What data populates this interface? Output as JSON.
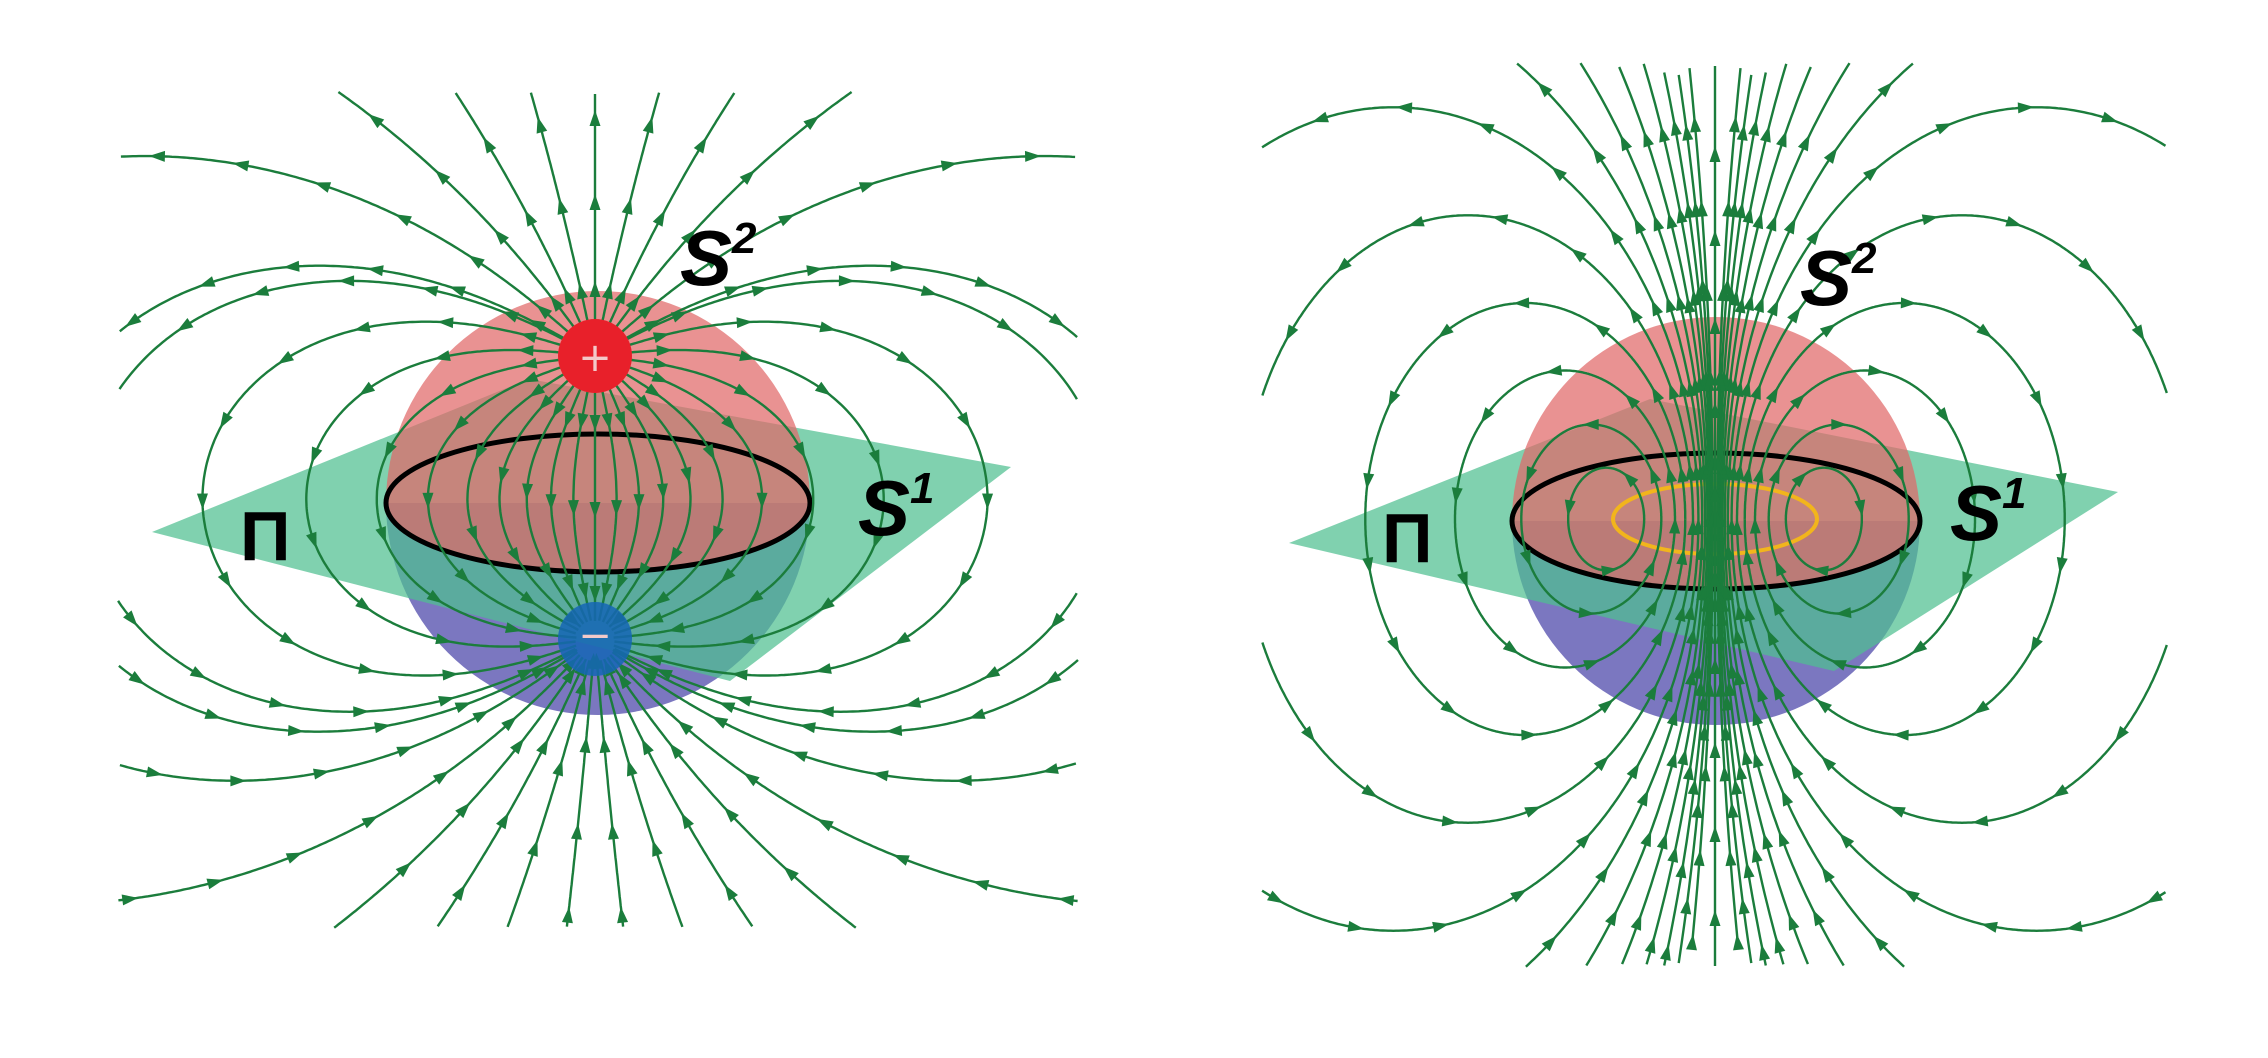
{
  "colors": {
    "field_line": "#1b7d3c",
    "upper_hemisphere": "#e06868",
    "lower_hemisphere": "#7470bd",
    "plane": "#4fbf90",
    "equator": "#000000",
    "ring": "#f2b51c",
    "positive_charge": "#e8202a",
    "negative_charge": "#1565b5"
  },
  "left_panel": {
    "sphere_label": "S",
    "sphere_label_sup": "2",
    "circle_label": "S",
    "circle_label_sup": "1",
    "plane_label": "Π",
    "positive_charge": "+",
    "negative_charge": "−"
  },
  "right_panel": {
    "sphere_label": "S",
    "sphere_label_sup": "2",
    "circle_label": "S",
    "circle_label_sup": "1",
    "plane_label": "Π"
  }
}
